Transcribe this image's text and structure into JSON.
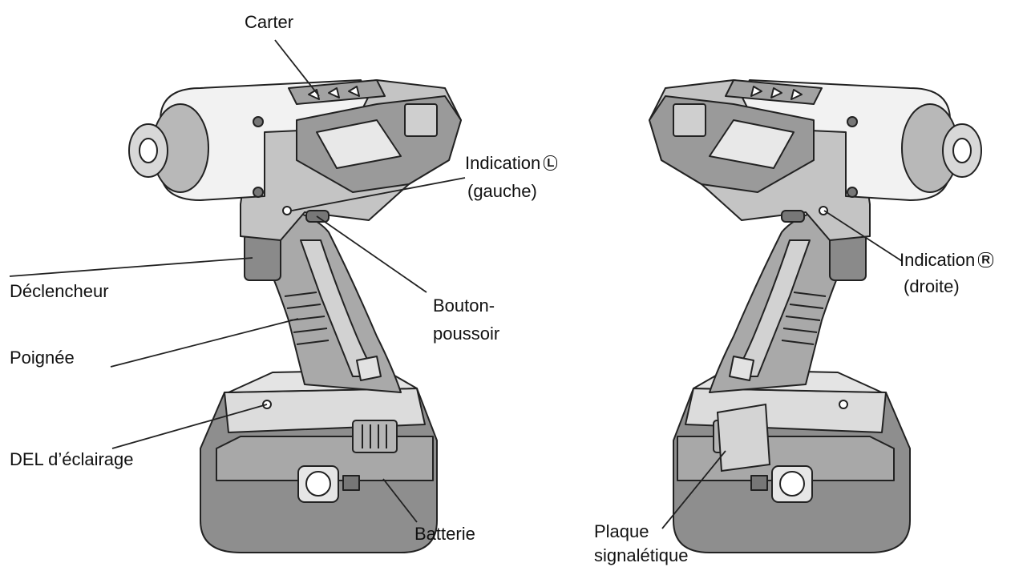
{
  "labels": {
    "carter": "Carter",
    "indication_l_line1": "Indication",
    "indication_l_marker": "L",
    "indication_l_line2": "(gauche)",
    "declencheur": "Déclencheur",
    "bouton_line1": "Bouton-",
    "bouton_line2": "poussoir",
    "poignee": "Poignée",
    "del": "DEL d’éclairage",
    "batterie": "Batterie",
    "indication_r_line1": "Indication",
    "indication_r_marker": "R",
    "indication_r_line2": "(droite)",
    "plaque_line1": "Plaque",
    "plaque_line2": "signalétique"
  },
  "colors": {
    "dark_grey": "#8a8a8a",
    "mid_grey": "#b3b3b3",
    "light_grey": "#d8d8d8",
    "outline": "#222222"
  }
}
